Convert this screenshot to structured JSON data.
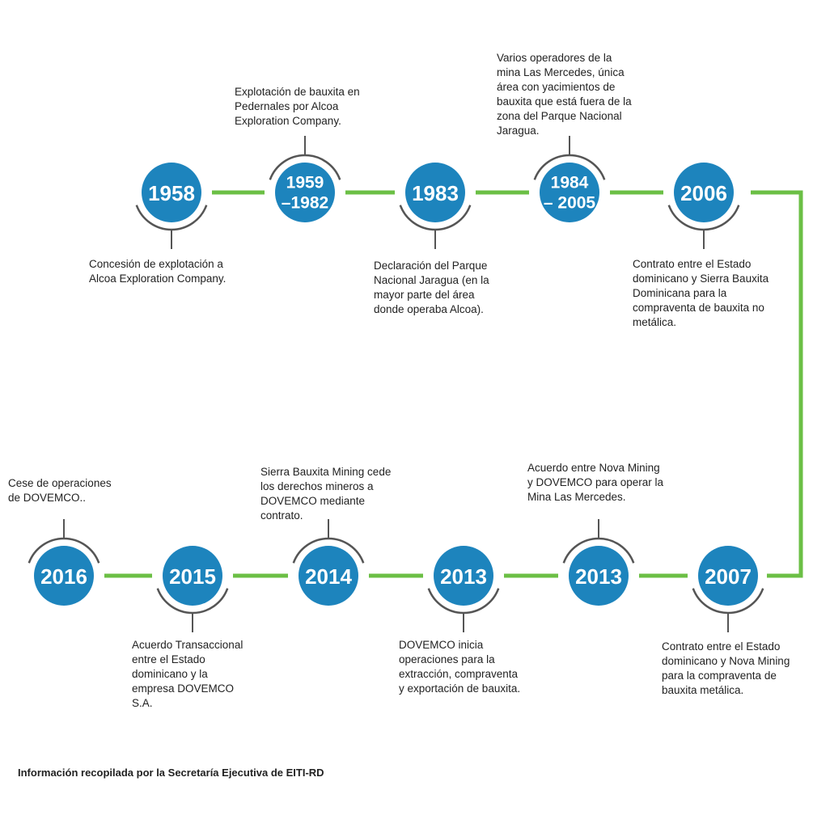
{
  "colors": {
    "circle": "#1d84bd",
    "connector": "#6bbf45",
    "arc": "#555555",
    "text": "#222222"
  },
  "events": [
    {
      "year": "1958",
      "description": "Concesión de explotación a\nAlcoa Exploration Company."
    },
    {
      "year_lines": [
        "1959",
        "–1982"
      ],
      "description": "Explotación de bauxita en\nPedernales por Alcoa\nExploration Company."
    },
    {
      "year": "1983",
      "description": "Declaración del Parque\nNacional Jaragua (en la\nmayor parte del área\ndonde operaba Alcoa)."
    },
    {
      "year_lines": [
        "1984",
        "– 2005"
      ],
      "description": "Varios operadores de la\nmina Las Mercedes, única\nárea con yacimientos de\nbauxita que está fuera de la\nzona del Parque Nacional\nJaragua."
    },
    {
      "year": "2006",
      "description": "Contrato entre el Estado\ndominicano y Sierra Bauxita\nDominicana para la\ncompraventa de bauxita no\nmetálica."
    },
    {
      "year": "2007",
      "description": "Contrato entre el Estado\ndominicano y Nova Mining\npara la compraventa de\nbauxita metálica."
    },
    {
      "year": "2013",
      "description": "Acuerdo entre Nova Mining\ny DOVEMCO para operar la\nMina Las Mercedes."
    },
    {
      "year": "2013",
      "description": "DOVEMCO inicia\noperaciones para la\nextracción, compraventa\ny exportación de bauxita."
    },
    {
      "year": "2014",
      "description": "Sierra Bauxita Mining cede\nlos derechos mineros a\nDOVEMCO mediante\ncontrato."
    },
    {
      "year": "2015",
      "description": "Acuerdo Transaccional\nentre el Estado\ndominicano y la\nempresa DOVEMCO\nS.A."
    },
    {
      "year": "2016",
      "description": "Cese de operaciones\nde DOVEMCO.."
    }
  ],
  "footer": "Información recopilada por la Secretaría Ejecutiva de EITI-RD"
}
